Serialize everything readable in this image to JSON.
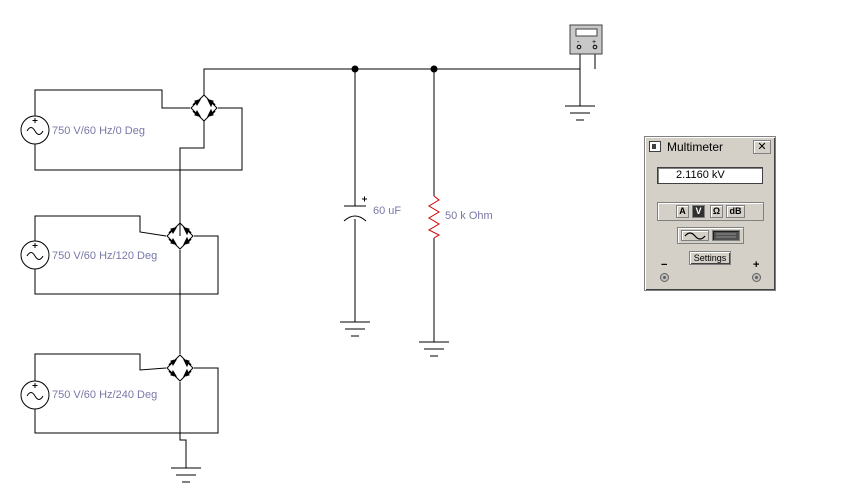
{
  "schematic": {
    "sources": [
      {
        "label": "750 V/60 Hz/0 Deg"
      },
      {
        "label": "750 V/60 Hz/120 Deg"
      },
      {
        "label": "750 V/60 Hz/240 Deg"
      }
    ],
    "capacitor": {
      "label": "60 uF"
    },
    "resistor": {
      "label": "50 k Ohm"
    },
    "colors": {
      "wire": "#000000",
      "label": "#7878a8",
      "resistor": "#cc0000"
    }
  },
  "multimeter_icon": {
    "minus": "-",
    "plus": "+"
  },
  "multimeter": {
    "title": "Multimeter",
    "close_glyph": "✕",
    "display": "2.1160  kV",
    "modes": [
      {
        "label": "A",
        "active": false
      },
      {
        "label": "V",
        "active": true
      },
      {
        "label": "Ω",
        "active": false
      },
      {
        "label": "dB",
        "active": false
      }
    ],
    "waveforms": [
      {
        "name": "ac-icon",
        "active": false
      },
      {
        "name": "dc-icon",
        "active": true
      }
    ],
    "settings_label": "Settings",
    "minus": "−",
    "plus": "+"
  }
}
